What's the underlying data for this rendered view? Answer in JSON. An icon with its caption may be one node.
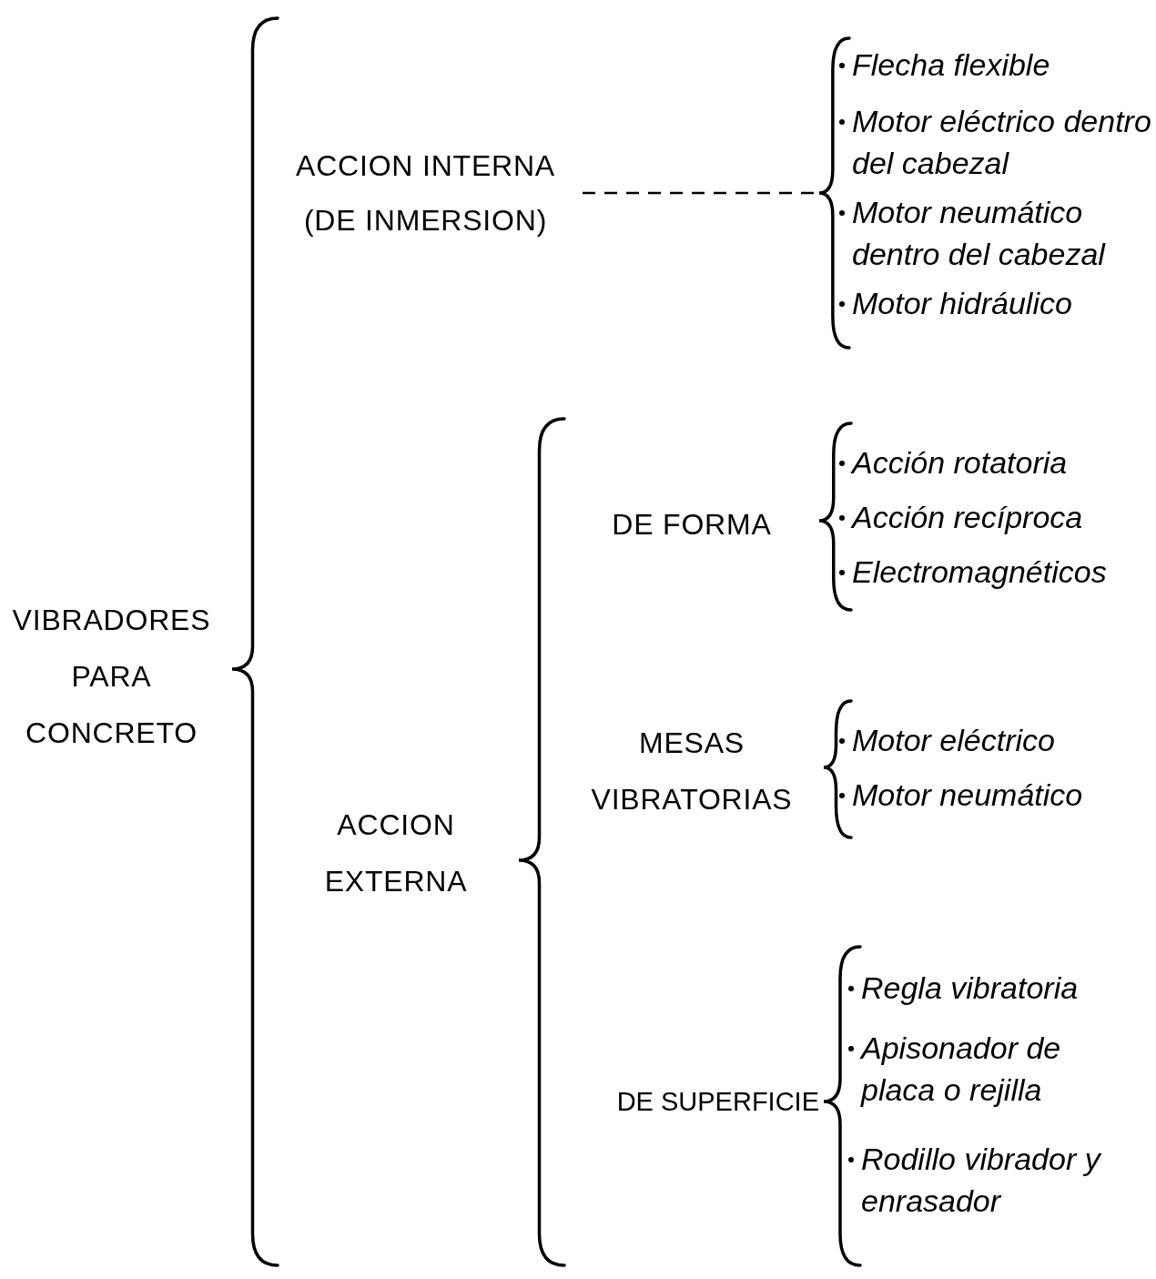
{
  "diagram": {
    "nodes": [
      {
        "text": [
          "ACCION INTERNA (DE INMERSION)"
        ]
      },
      {
        "text": [],
        "shape": "brace"
      }
    ],
    "edges": [
      {
        "from": 0,
        "to": 1,
        "arrow": "none",
        "style": "dashed"
      }
    ],
    "labels": [
      "VIBRADORES PARA CONCRETO",
      "Flecha flexible",
      "Motor eléctrico dentro del cabezal",
      "Motor neumático dentro del cabezal",
      "Motor hidráulico",
      "ACCION EXTERNA",
      "DE FORMA",
      "Acción rotatoria",
      "Acción recíproca",
      "Electromagnéticos",
      "MESAS VIBRATORIAS",
      "Motor eléctrico",
      "Motor neumático",
      "DE SUPERFICIE",
      "Regla vibratoria",
      "Apisonador de placa o rejilla",
      "Rodillo vibrador y enrasador"
    ]
  }
}
